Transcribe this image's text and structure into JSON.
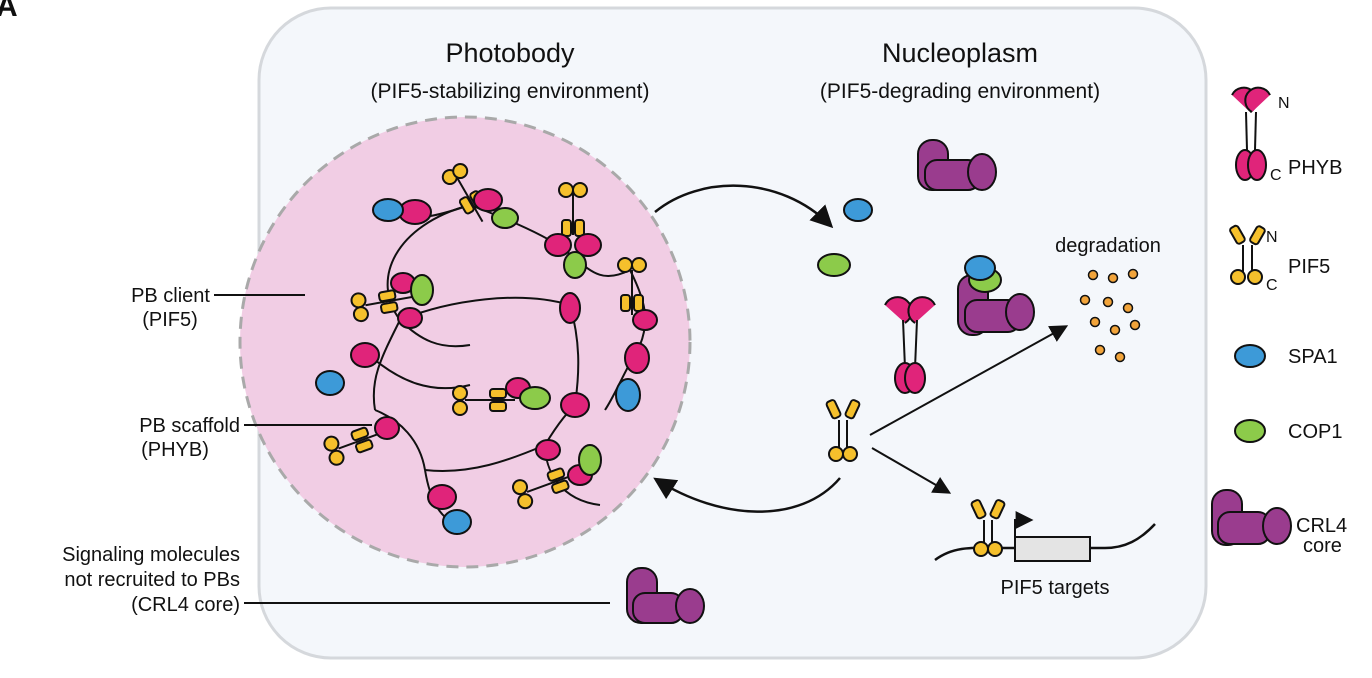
{
  "panel_letter": "A",
  "photobody": {
    "title": "Photobody",
    "subtitle": "(PIF5-stabilizing environment)"
  },
  "nucleoplasm": {
    "title": "Nucleoplasm",
    "subtitle": "(PIF5-degrading environment)"
  },
  "left_labels": {
    "client_line1": "PB client",
    "client_line2": "(PIF5)",
    "scaffold_line1": "PB scaffold",
    "scaffold_line2": "(PHYB)",
    "signaling_line1": "Signaling molecules",
    "signaling_line2": "not recruited to PBs",
    "signaling_line3": "(CRL4 core)"
  },
  "degradation_label": "degradation",
  "targets_label": "PIF5 targets",
  "legend": {
    "phyb": "PHYB",
    "pif5": "PIF5",
    "spa1": "SPA1",
    "cop1": "COP1",
    "crl4_line1": "CRL4",
    "crl4_line2": "core",
    "n_term": "N",
    "c_term": "C"
  },
  "colors": {
    "phyb": "#e0247a",
    "pif5": "#f5c02c",
    "spa1": "#3d9ad8",
    "cop1": "#8ccb4a",
    "crl4": "#9a3c8e",
    "photobody_fill": "#f1cde4",
    "cell_fill": "#f4f7fb",
    "degradation_dots": "#f2a43a"
  }
}
